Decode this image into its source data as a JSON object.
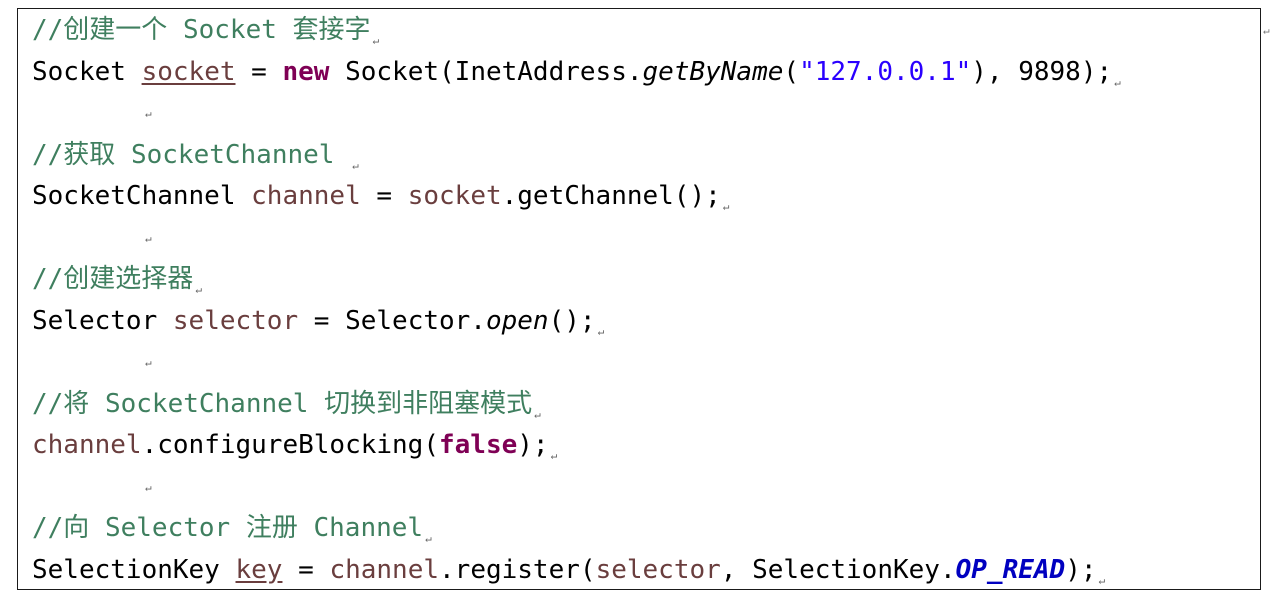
{
  "mark": "↵",
  "code": [
    [
      {
        "t": "//创建一个 Socket 套接字",
        "c": "comment"
      }
    ],
    [
      {
        "t": "Socket ",
        "c": "plain"
      },
      {
        "t": "socket",
        "c": "field",
        "u": true
      },
      {
        "t": " = ",
        "c": "plain"
      },
      {
        "t": "new",
        "c": "keyword"
      },
      {
        "t": " Socket(InetAddress.",
        "c": "plain"
      },
      {
        "t": "getByName",
        "c": "static"
      },
      {
        "t": "(",
        "c": "plain"
      },
      {
        "t": "\"127.0.0.1\"",
        "c": "string"
      },
      {
        "t": "), 9898);",
        "c": "plain"
      }
    ],
    [],
    [
      {
        "t": "//获取 SocketChannel ",
        "c": "comment"
      }
    ],
    [
      {
        "t": "SocketChannel ",
        "c": "plain"
      },
      {
        "t": "channel",
        "c": "field"
      },
      {
        "t": " = ",
        "c": "plain"
      },
      {
        "t": "socket",
        "c": "field"
      },
      {
        "t": ".getChannel();",
        "c": "plain"
      }
    ],
    [],
    [
      {
        "t": "//创建选择器",
        "c": "comment"
      }
    ],
    [
      {
        "t": "Selector ",
        "c": "plain"
      },
      {
        "t": "selector",
        "c": "field"
      },
      {
        "t": " = Selector.",
        "c": "plain"
      },
      {
        "t": "open",
        "c": "static"
      },
      {
        "t": "();",
        "c": "plain"
      }
    ],
    [],
    [
      {
        "t": "//将 SocketChannel 切换到非阻塞模式",
        "c": "comment"
      }
    ],
    [
      {
        "t": "channel",
        "c": "field"
      },
      {
        "t": ".configureBlocking(",
        "c": "plain"
      },
      {
        "t": "false",
        "c": "keyword"
      },
      {
        "t": ");",
        "c": "plain"
      }
    ],
    [],
    [
      {
        "t": "//向 Selector 注册 Channel",
        "c": "comment"
      }
    ],
    [
      {
        "t": "SelectionKey ",
        "c": "plain"
      },
      {
        "t": "key",
        "c": "field",
        "u": true
      },
      {
        "t": " = ",
        "c": "plain"
      },
      {
        "t": "channel",
        "c": "field"
      },
      {
        "t": ".register(",
        "c": "plain"
      },
      {
        "t": "selector",
        "c": "field"
      },
      {
        "t": ", SelectionKey.",
        "c": "plain"
      },
      {
        "t": "OP_READ",
        "c": "constant"
      },
      {
        "t": ");",
        "c": "plain"
      }
    ]
  ]
}
